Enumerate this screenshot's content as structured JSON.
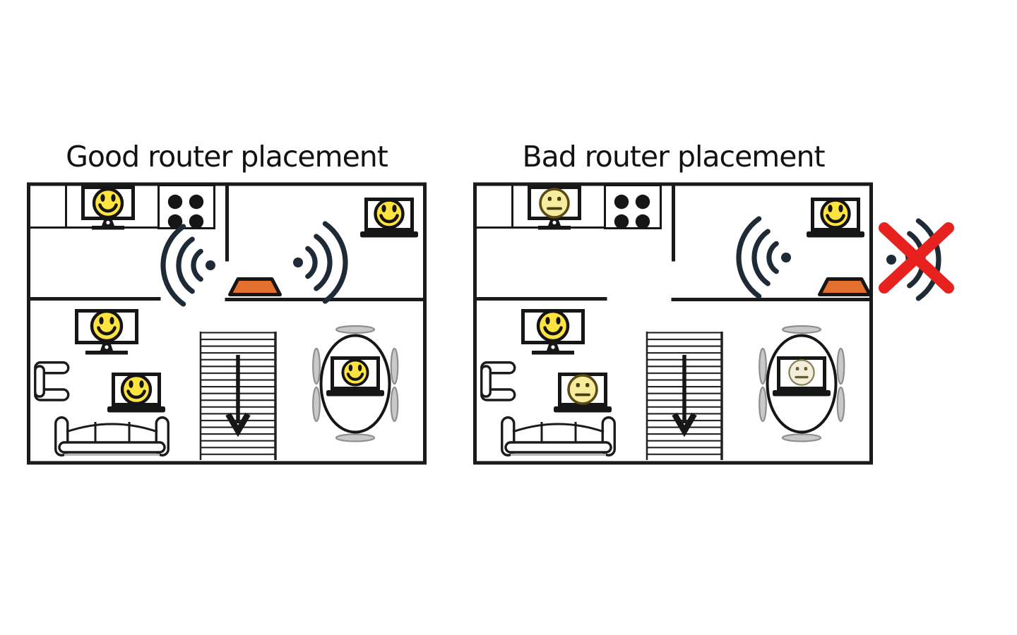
{
  "plans": {
    "good": {
      "title": "Good router placement",
      "signal_blocked": false,
      "devices": {
        "kitchen_tv": {
          "mood": "happy"
        },
        "bedroom_laptop": {
          "mood": "happy"
        },
        "living_tv": {
          "mood": "happy"
        },
        "sofa_laptop": {
          "mood": "happy"
        },
        "dining_laptop": {
          "mood": "happy"
        }
      }
    },
    "bad": {
      "title": "Bad router placement",
      "signal_blocked": true,
      "devices": {
        "kitchen_tv": {
          "mood": "neutral"
        },
        "bedroom_laptop": {
          "mood": "happy"
        },
        "living_tv": {
          "mood": "happy"
        },
        "sofa_laptop": {
          "mood": "neutral"
        },
        "dining_laptop": {
          "mood": "neutral-pale"
        }
      }
    }
  },
  "colors": {
    "line": "#1a1a1a",
    "wifi": "#1e2a36",
    "router_fill": "#e4702f",
    "cross": "#e7211d",
    "face_happy_fill": "#ffe33e",
    "face_happy_stroke": "#141414",
    "face_neutral_fill": "#f7eb9e",
    "face_neutral_stroke": "#5c4a15",
    "face_pale_fill": "#f2eed9",
    "face_pale_stroke": "#8d8060",
    "chair_fill": "#c9c9c9",
    "chair_stroke": "#8f8f8f"
  }
}
